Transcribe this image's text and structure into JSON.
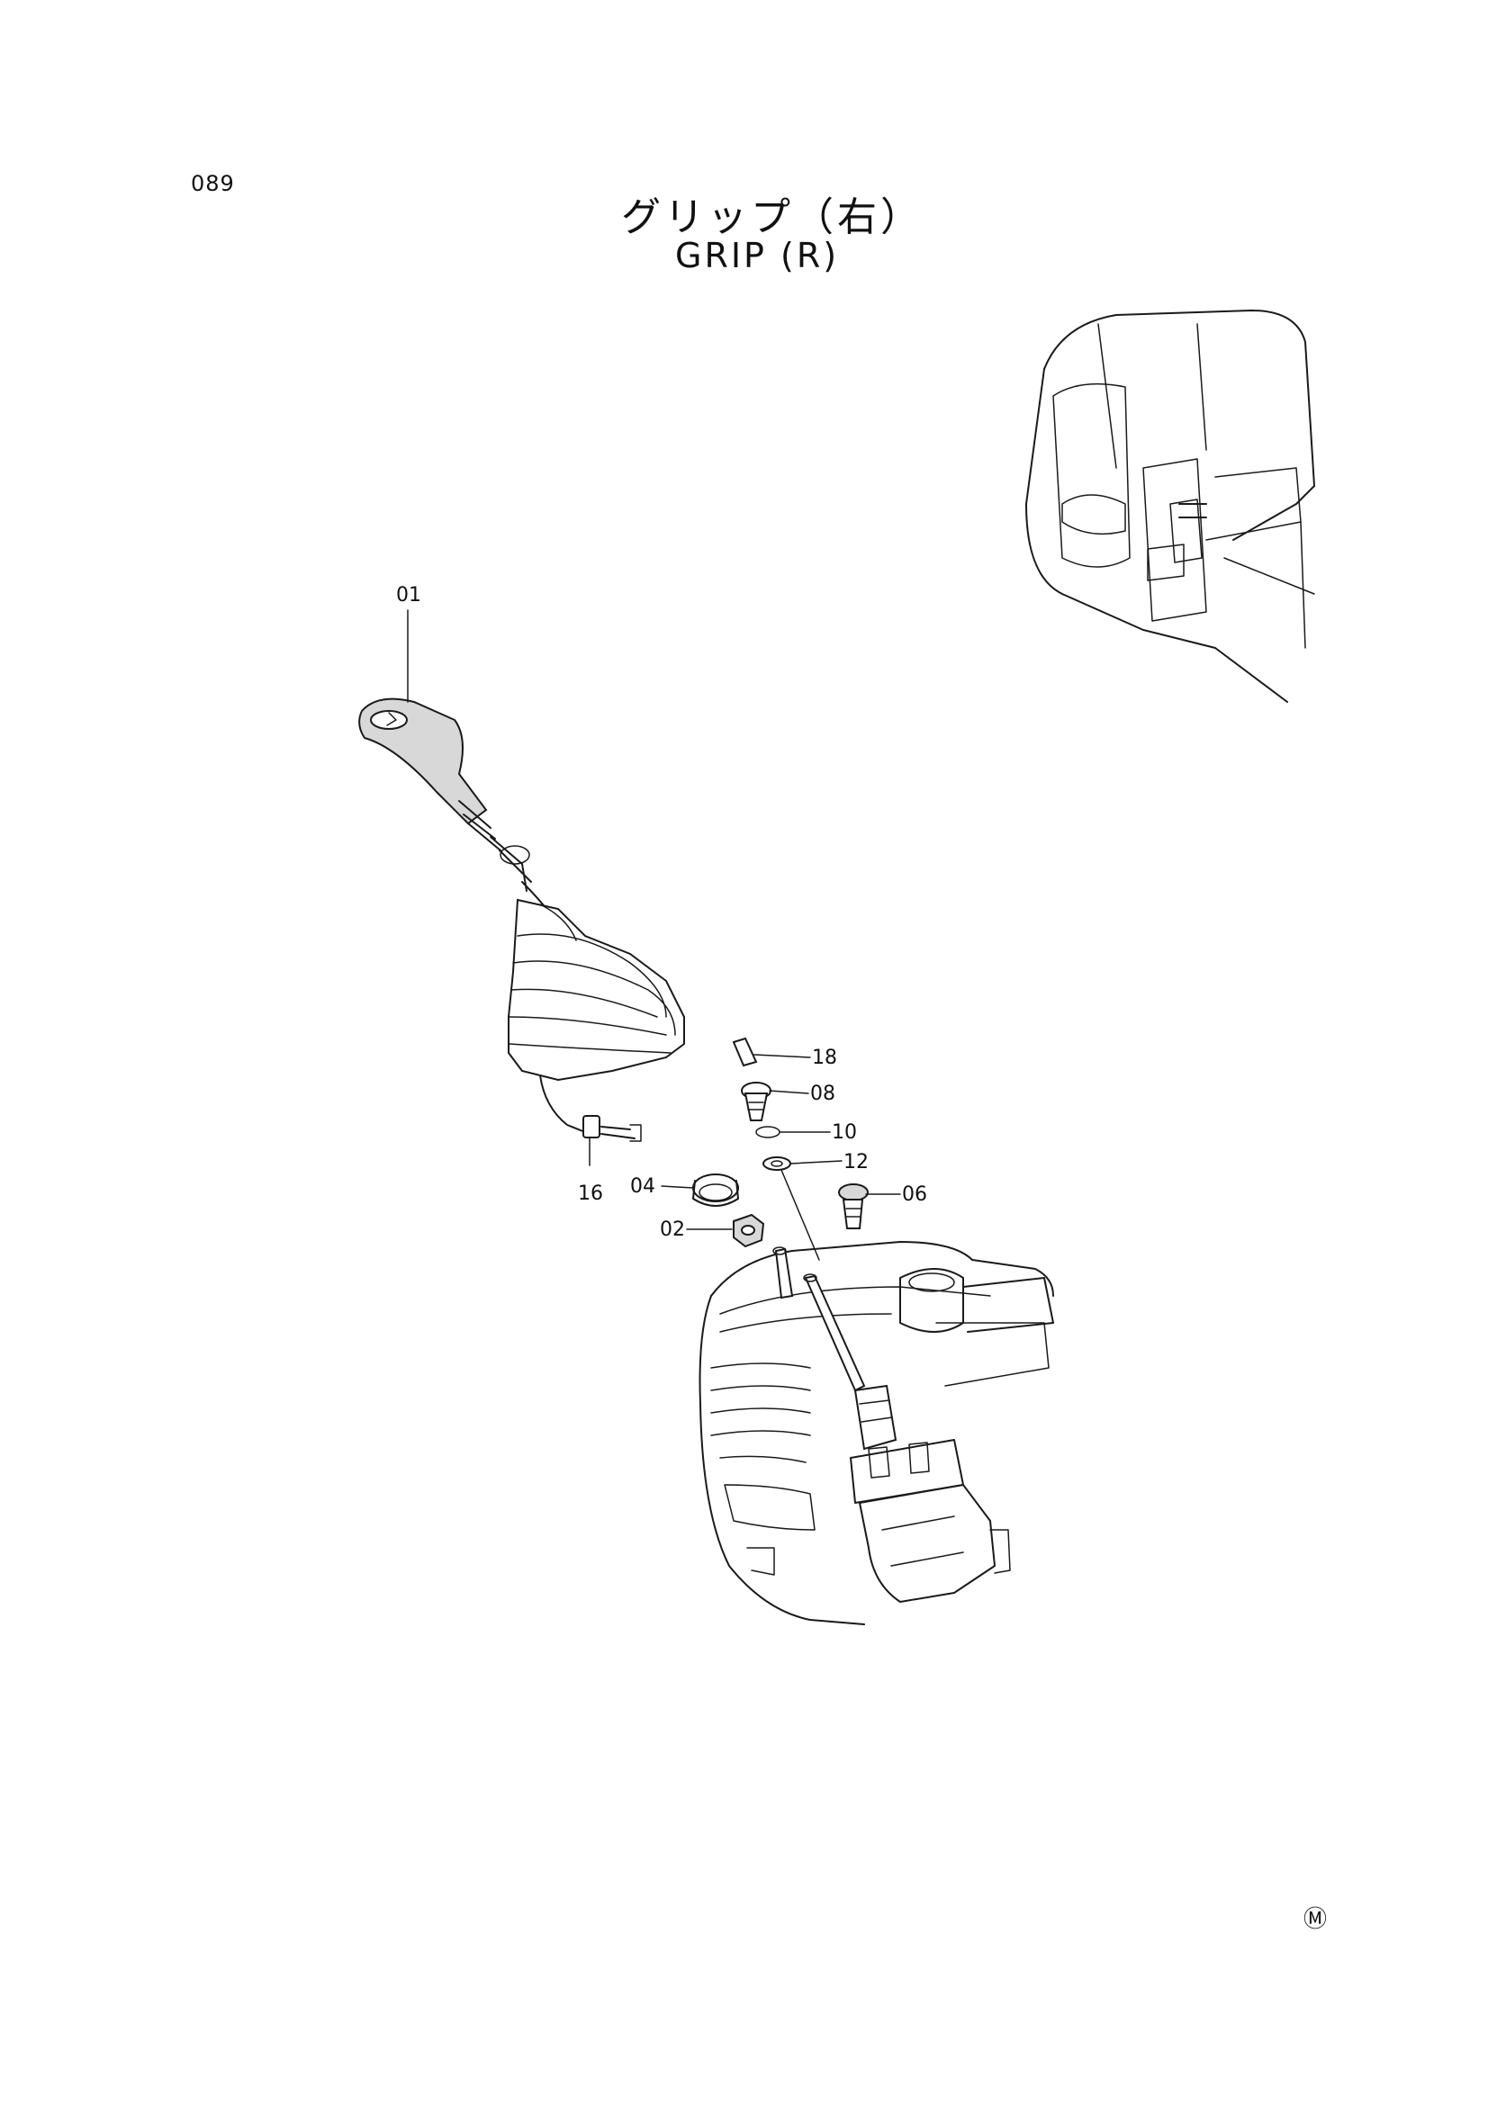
{
  "page_number": "089",
  "title_jp": "グリップ（右）",
  "title_en": "GRIP (R)",
  "callouts": [
    {
      "id": "01",
      "label": "01"
    },
    {
      "id": "02",
      "label": "02"
    },
    {
      "id": "04",
      "label": "04"
    },
    {
      "id": "06",
      "label": "06"
    },
    {
      "id": "08",
      "label": "08"
    },
    {
      "id": "10",
      "label": "10"
    },
    {
      "id": "12",
      "label": "12"
    },
    {
      "id": "16",
      "label": "16"
    },
    {
      "id": "18",
      "label": "18"
    }
  ],
  "mark_symbol": "Ⓜ"
}
